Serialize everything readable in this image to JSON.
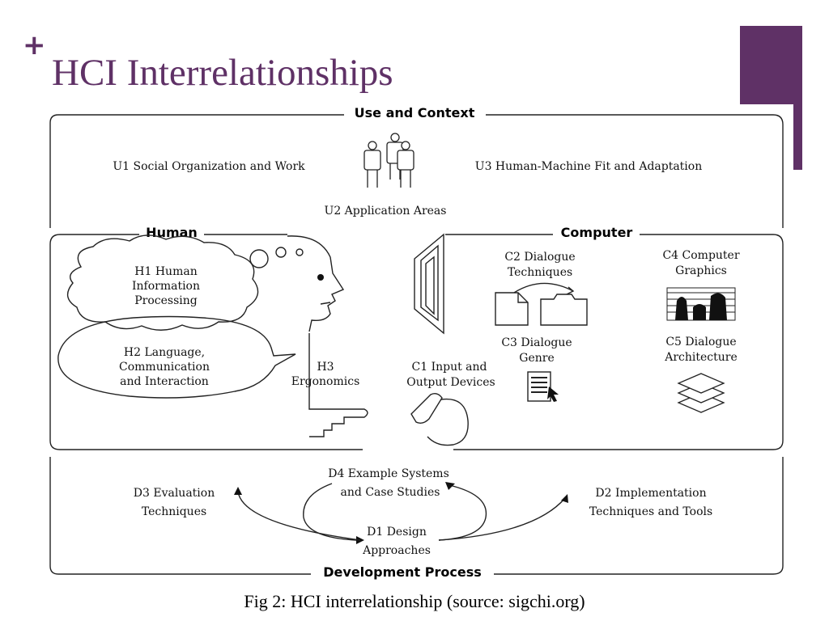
{
  "slide": {
    "plus": "+",
    "title": "HCI Interrelationships",
    "caption": "Fig 2: HCI interrelationship (source: sigchi.org)",
    "accent_color": "#5f3166",
    "title_color": "#5f3166"
  },
  "diagram": {
    "sections": {
      "use_context": "Use and Context",
      "human": "Human",
      "computer": "Computer",
      "development": "Development Process"
    },
    "u1": "U1 Social Organization and Work",
    "u2": "U2 Application Areas",
    "u3": "U3 Human-Machine Fit and Adaptation",
    "h1": [
      "H1 Human",
      "Information",
      "Processing"
    ],
    "h2": [
      "H2 Language,",
      "Communication",
      "and Interaction"
    ],
    "h3": [
      "H3",
      "Ergonomics"
    ],
    "c1": [
      "C1 Input and",
      "Output Devices"
    ],
    "c2": [
      "C2 Dialogue",
      "Techniques"
    ],
    "c3": [
      "C3 Dialogue",
      "Genre"
    ],
    "c4": [
      "C4 Computer",
      "Graphics"
    ],
    "c5": [
      "C5 Dialogue",
      "Architecture"
    ],
    "d1": [
      "D1 Design",
      "Approaches"
    ],
    "d2": [
      "D2 Implementation",
      "Techniques and Tools"
    ],
    "d3": [
      "D3 Evaluation",
      "Techniques"
    ],
    "d4": [
      "D4 Example Systems",
      "and Case Studies"
    ],
    "icons": [
      "people-icon",
      "head-profile-icon",
      "pointing-hand-icon",
      "monitor-icon",
      "mouse-icon",
      "document-icon",
      "folder-icon",
      "keyboard-icon",
      "graphics-icon",
      "layers-icon"
    ]
  }
}
